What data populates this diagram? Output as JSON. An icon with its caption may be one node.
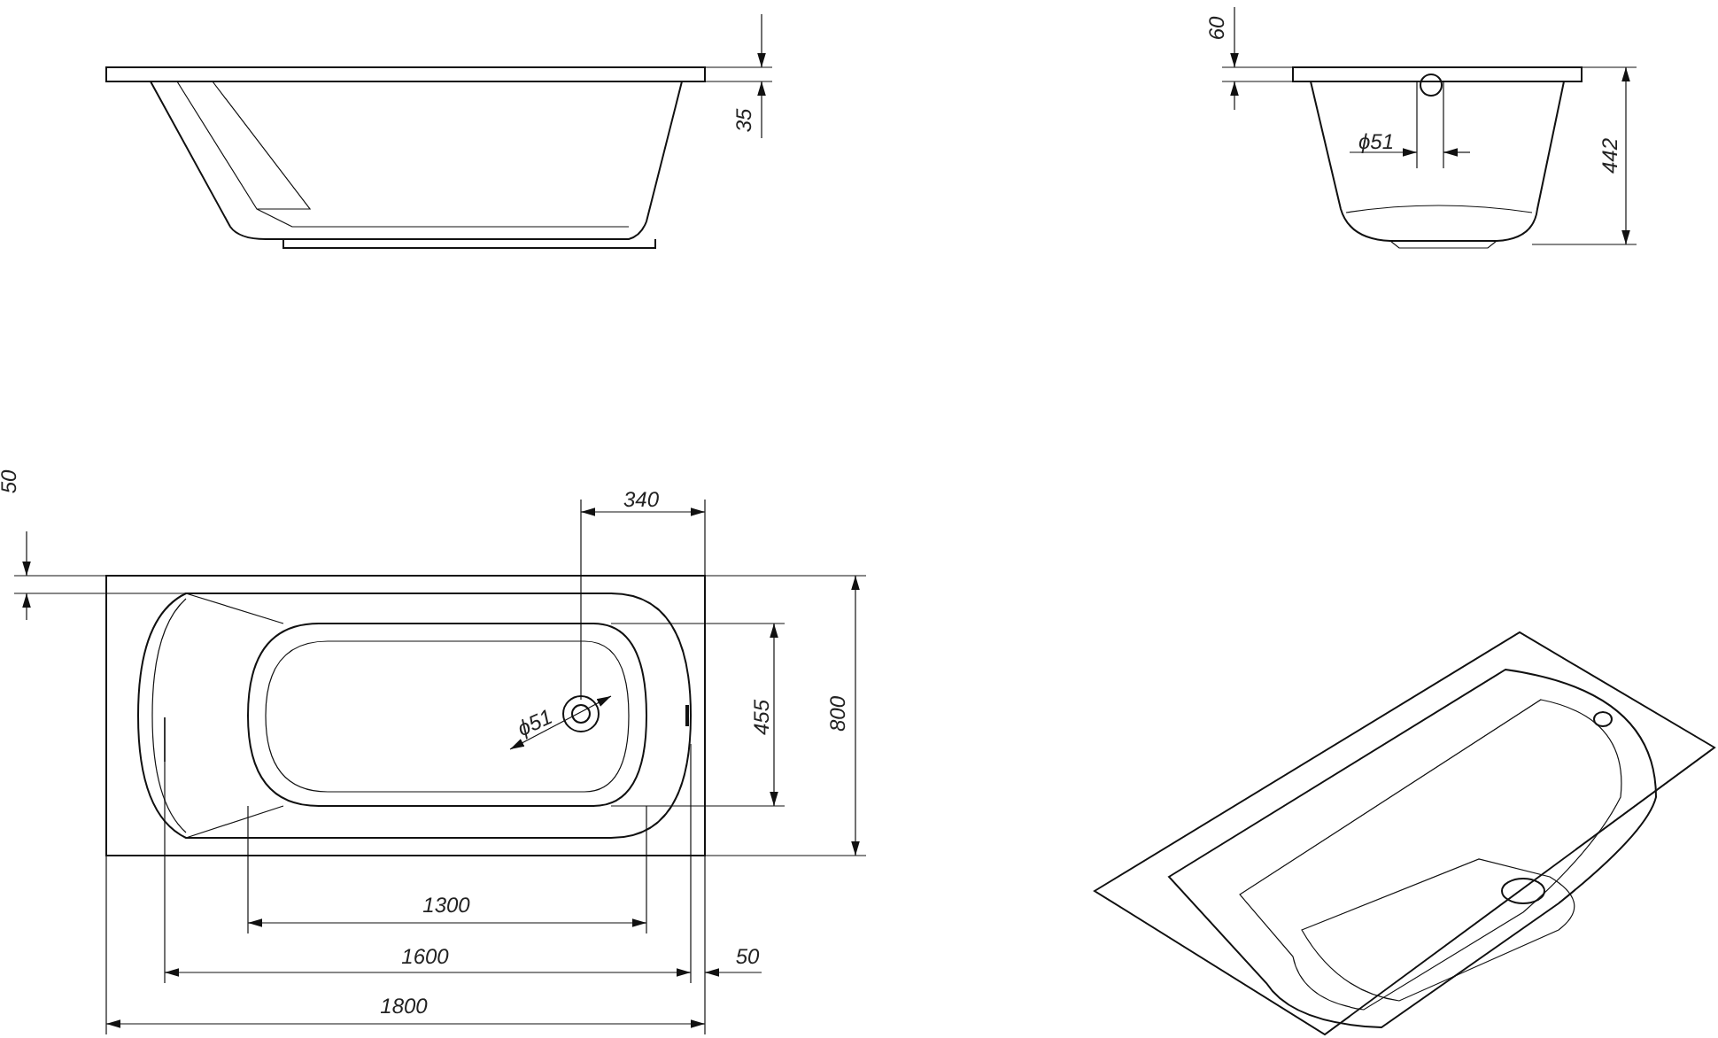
{
  "diagram": {
    "labels": [
      "60",
      "35",
      "ϕ51",
      "442",
      "50",
      "340",
      "ϕ51",
      "455",
      "800",
      "1300",
      "1600",
      "50",
      "1800"
    ]
  }
}
